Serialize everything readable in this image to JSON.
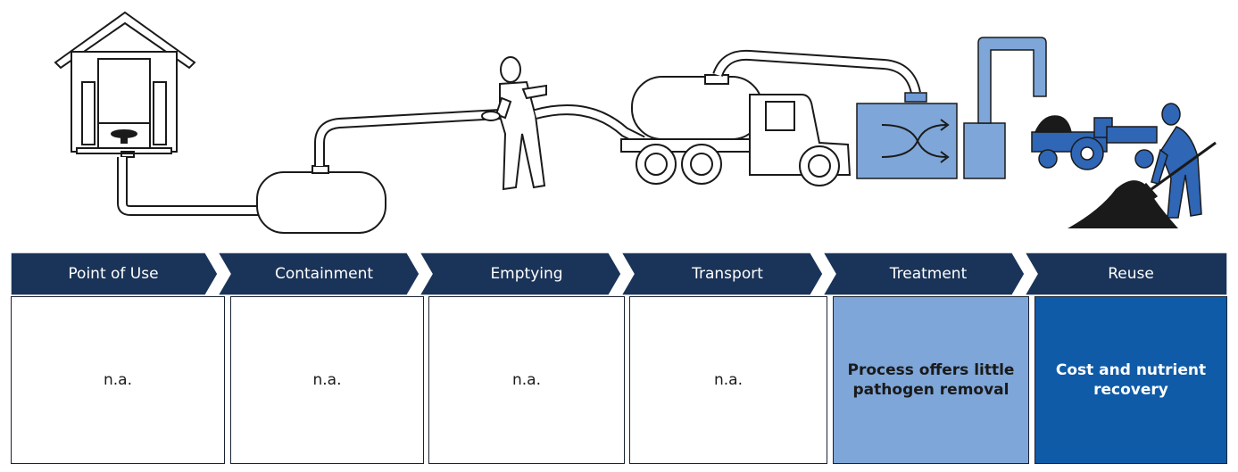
{
  "colors": {
    "header": "#1a3358",
    "treatment_fill": "#7ea6d8",
    "reuse_fill": "#0f5ba7",
    "icon_blue": "#2f66b5",
    "treatment_icon": "#6f9bd6",
    "outline": "#1a1a1a"
  },
  "stages": [
    {
      "name": "Point of Use",
      "text": "n.a.",
      "style": "white"
    },
    {
      "name": "Containment",
      "text": "n.a.",
      "style": "white"
    },
    {
      "name": "Emptying",
      "text": "n.a.",
      "style": "white"
    },
    {
      "name": "Transport",
      "text": "n.a.",
      "style": "white"
    },
    {
      "name": "Treatment",
      "text": "Process offers little pathogen removal",
      "style": "light"
    },
    {
      "name": "Reuse",
      "text": "Cost and nutrient recovery",
      "style": "dark"
    }
  ],
  "icons": [
    "latrine-icon",
    "septic-tank-icon",
    "person-emptying-icon",
    "vacuum-truck-icon",
    "treatment-plant-icon",
    "tractor-icon",
    "person-shoveling-icon",
    "compost-pile-icon"
  ]
}
